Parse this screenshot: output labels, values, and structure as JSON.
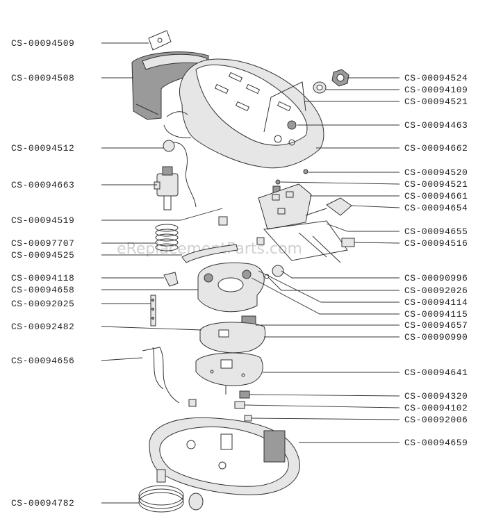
{
  "watermark": "eReplacementParts.com",
  "left_labels": [
    "CS-00094509",
    "CS-00094508",
    "CS-00094512",
    "CS-00094663",
    "CS-00094519",
    "CS-00097707",
    "CS-00094525",
    "CS-00094118",
    "CS-00094658",
    "CS-00092025",
    "CS-00092482",
    "CS-00094656",
    "CS-00094782"
  ],
  "right_labels": [
    "CS-00094524",
    "CS-00094109",
    "CS-00094521",
    "CS-00094463",
    "CS-00094662",
    "CS-00094520",
    "CS-00094521",
    "CS-00094661",
    "CS-00094654",
    "CS-00094655",
    "CS-00094516",
    "CS-00090996",
    "CS-00092026",
    "CS-00094114",
    "CS-00094115",
    "CS-00094657",
    "CS-00090990",
    "CS-00094641",
    "CS-00094320",
    "CS-00094102",
    "CS-00092006",
    "CS-00094659"
  ]
}
